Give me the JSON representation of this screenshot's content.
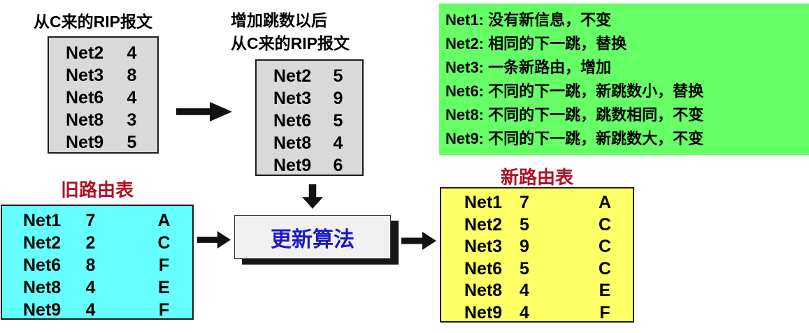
{
  "rip_message_from_c": {
    "title": "从C来的RIP报文",
    "rows": [
      {
        "net": "Net2",
        "hops": "4"
      },
      {
        "net": "Net3",
        "hops": "8"
      },
      {
        "net": "Net6",
        "hops": "4"
      },
      {
        "net": "Net8",
        "hops": "3"
      },
      {
        "net": "Net9",
        "hops": "5"
      }
    ]
  },
  "rip_message_after_increment": {
    "title_line1": "增加跳数以后",
    "title_line2": "从C来的RIP报文",
    "rows": [
      {
        "net": "Net2",
        "hops": "5"
      },
      {
        "net": "Net3",
        "hops": "9"
      },
      {
        "net": "Net6",
        "hops": "5"
      },
      {
        "net": "Net8",
        "hops": "4"
      },
      {
        "net": "Net9",
        "hops": "6"
      }
    ]
  },
  "update_rules": {
    "lines": [
      "Net1: 没有新信息，不变",
      "Net2: 相同的下一跳，替换",
      "Net3: 一条新路由，增加",
      "Net6: 不同的下一跳，新跳数小，替换",
      "Net8: 不同的下一跳，跳数相同，不变",
      "Net9: 不同的下一跳，新跳数大，不变"
    ]
  },
  "old_routing_table": {
    "title": "旧路由表",
    "rows": [
      {
        "net": "Net1",
        "hops": "7",
        "next_hop": "A"
      },
      {
        "net": "Net2",
        "hops": "2",
        "next_hop": "C"
      },
      {
        "net": "Net6",
        "hops": "8",
        "next_hop": "F"
      },
      {
        "net": "Net8",
        "hops": "4",
        "next_hop": "E"
      },
      {
        "net": "Net9",
        "hops": "4",
        "next_hop": "F"
      }
    ]
  },
  "algorithm_box": {
    "label": "更新算法"
  },
  "new_routing_table": {
    "title": "新路由表",
    "rows": [
      {
        "net": "Net1",
        "hops": "7",
        "next_hop": "A"
      },
      {
        "net": "Net2",
        "hops": "5",
        "next_hop": "C"
      },
      {
        "net": "Net3",
        "hops": "9",
        "next_hop": "C"
      },
      {
        "net": "Net6",
        "hops": "5",
        "next_hop": "C"
      },
      {
        "net": "Net8",
        "hops": "4",
        "next_hop": "E"
      },
      {
        "net": "Net9",
        "hops": "4",
        "next_hop": "F"
      }
    ]
  },
  "colors": {
    "rules_panel_bg": "#66FF66",
    "old_table_bg": "#66FFFF",
    "new_table_bg": "#FFFF66",
    "message_table_bg": "#D9D9D9",
    "title_red": "#B01028",
    "algorithm_blue": "#1A1ACC",
    "arrow_black": "#111111"
  }
}
